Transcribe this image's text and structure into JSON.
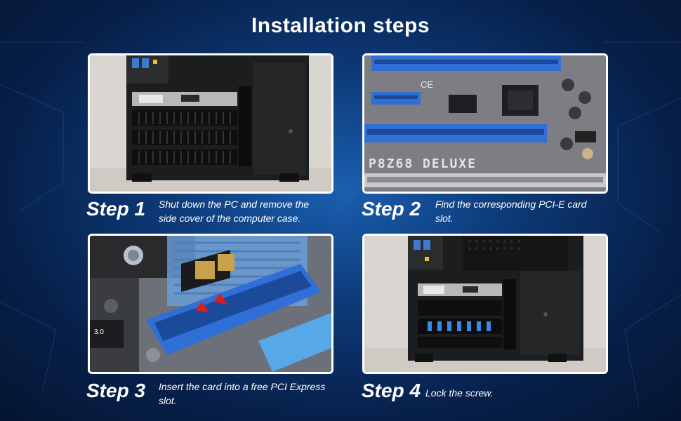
{
  "title": "Installation steps",
  "steps": [
    {
      "label": "Step 1",
      "text": "Shut down the PC and remove the side cover of the computer case."
    },
    {
      "label": "Step 2",
      "text": "Find the corresponding PCI-E card slot."
    },
    {
      "label": "Step 3",
      "text": "Insert the card into a free PCI Express slot."
    },
    {
      "label": "Step 4",
      "text": "Lock the screw."
    }
  ],
  "photo_text": {
    "board_model": "P8Z68 DELUXE",
    "ce_mark": "CE",
    "usb_label": "3.0"
  },
  "colors": {
    "background": "#0d3a78",
    "slot_blue": "#2f6fd6",
    "slot_light_blue": "#58a8e8",
    "arrow_red": "#d42020"
  }
}
